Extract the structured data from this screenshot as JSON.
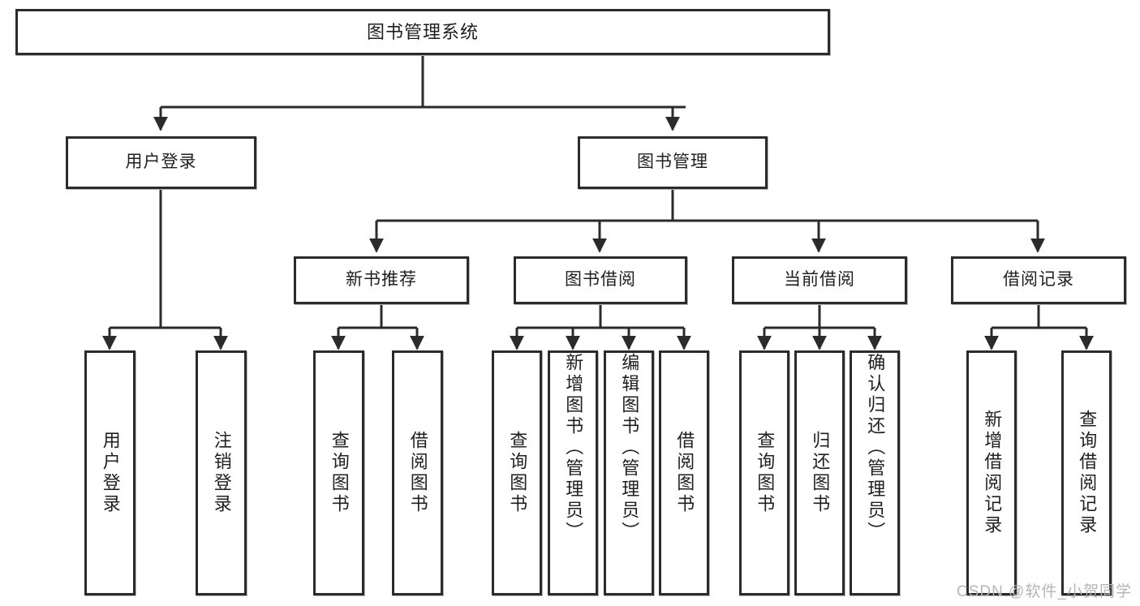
{
  "diagram": {
    "title": "图书管理系统",
    "type": "tree",
    "watermark": "CSDN @软件_小贺同学",
    "edge_color": "#2b2b2b",
    "box_border_color": "#2b2b2b",
    "background": "#ffffff",
    "levels": {
      "root": {
        "label": "图书管理系统"
      },
      "level2": [
        {
          "label": "用户登录"
        },
        {
          "label": "图书管理"
        }
      ],
      "level3": [
        {
          "label": "新书推荐"
        },
        {
          "label": "图书借阅"
        },
        {
          "label": "当前借阅"
        },
        {
          "label": "借阅记录"
        }
      ],
      "leaves": [
        {
          "label": "用户登录"
        },
        {
          "label": "注销登录"
        },
        {
          "label": "查询图书"
        },
        {
          "label": "借阅图书"
        },
        {
          "label": "查询图书"
        },
        {
          "label": "新增图书（管理员）"
        },
        {
          "label": "编辑图书（管理员）"
        },
        {
          "label": "借阅图书"
        },
        {
          "label": "查询图书"
        },
        {
          "label": "归还图书"
        },
        {
          "label": "确认归还（管理员）"
        },
        {
          "label": "新增借阅记录"
        },
        {
          "label": "查询借阅记录"
        }
      ]
    },
    "hierarchy": {
      "图书管理系统": [
        "用户登录",
        "图书管理"
      ],
      "用户登录": [
        "用户登录",
        "注销登录"
      ],
      "图书管理": [
        "新书推荐",
        "图书借阅",
        "当前借阅",
        "借阅记录"
      ],
      "新书推荐": [
        "查询图书",
        "借阅图书"
      ],
      "图书借阅": [
        "查询图书",
        "新增图书（管理员）",
        "编辑图书（管理员）",
        "借阅图书"
      ],
      "当前借阅": [
        "查询图书",
        "归还图书",
        "确认归还（管理员）"
      ],
      "借阅记录": [
        "新增借阅记录",
        "查询借阅记录"
      ]
    }
  }
}
